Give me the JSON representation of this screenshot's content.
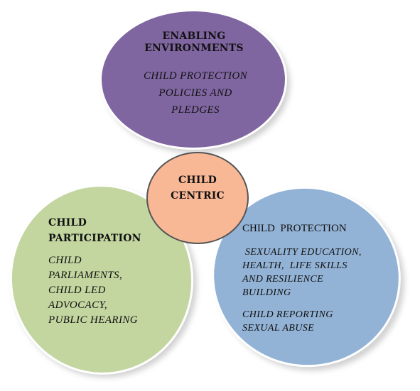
{
  "colors": {
    "purple": "#8066a1",
    "orange": "#f8b896",
    "green": "#c3d6a0",
    "blue": "#93b3d6",
    "stroke": "#ffffff"
  },
  "top": {
    "title_line1": "ENABLING",
    "title_line2": "ENVIRONMENTS",
    "body_line1": "CHILD PROTECTION",
    "body_line2": "POLICIES AND",
    "body_line3": "PLEDGES"
  },
  "center": {
    "line1": "CHILD",
    "line2": "CENTRIC"
  },
  "left": {
    "title_line1": "CHILD",
    "title_line2": "PARTICIPATION",
    "body_line1": "CHILD",
    "body_line2": "PARLIAMENTS,",
    "body_line3": "CHILD LED",
    "body_line4": "ADVOCACY,",
    "body_line5": "PUBLIC HEARING"
  },
  "right": {
    "title": "CHILD  PROTECTION",
    "body_line1": " SEXUALITY EDUCATION,",
    "body_line2": "HEALTH,  LIFE SKILLS",
    "body_line3": "AND RESILIENCE",
    "body_line4": "BUILDING",
    "body_line5": "CHILD REPORTING",
    "body_line6": "SEXUAL ABUSE"
  }
}
